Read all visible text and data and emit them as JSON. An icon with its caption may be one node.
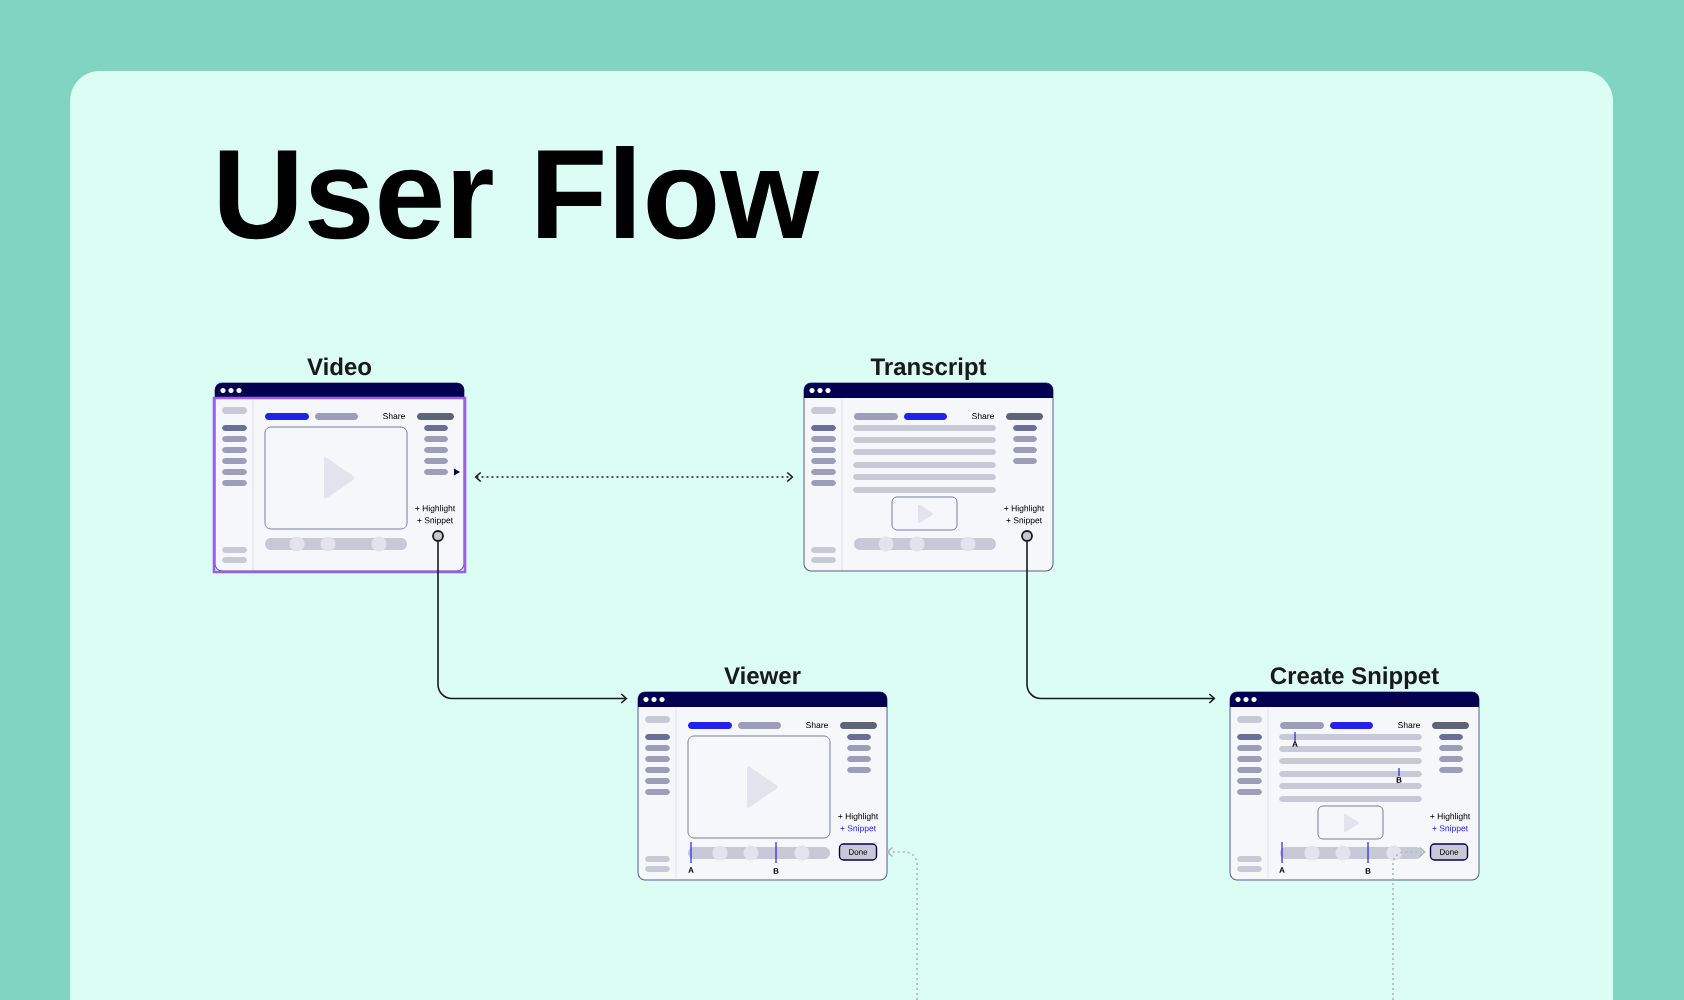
{
  "diagram": {
    "title": "User Flow",
    "nodes": [
      {
        "text": [
          "Video",
          "Share",
          "+ Highlight",
          "+ Snippet"
        ]
      },
      {
        "text": [],
        "shape": "circle",
        "in": 0
      },
      {
        "text": [
          "Transcript",
          "Share",
          "+ Highlight",
          "+ Snippet"
        ]
      },
      {
        "text": [],
        "shape": "circle",
        "in": 2
      },
      {
        "text": [
          "Viewer",
          "Share",
          "+ Highlight",
          "+ Snippet",
          "A",
          "B"
        ]
      },
      {
        "text": [
          "Done"
        ],
        "in": 4
      },
      {
        "text": [
          "Create Snippet",
          "Share",
          "A",
          "B",
          "+ Highlight",
          "+ Snippet",
          "A",
          "B"
        ]
      },
      {
        "text": [
          "Done"
        ],
        "in": 6
      }
    ],
    "edges": [
      {
        "from": 0,
        "to": 2,
        "arrow": "both",
        "style": "dashed"
      },
      {
        "from": 1,
        "to": 4,
        "arrow": "to"
      },
      {
        "from": 3,
        "to": 6,
        "arrow": "to"
      },
      {
        "from": null,
        "to": 5,
        "arrow": "to",
        "style": "dashed",
        "color": "#a9b9b9"
      },
      {
        "from": null,
        "to": 7,
        "arrow": "to",
        "style": "dashed",
        "color": "#a9b9b9"
      }
    ]
  }
}
